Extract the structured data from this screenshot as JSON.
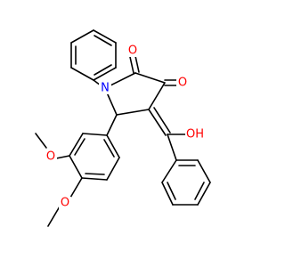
{
  "atoms": {
    "n1": {
      "symbol": "N",
      "color": "#0000ff"
    },
    "o2": {
      "symbol": "O",
      "color": "#ff0000"
    },
    "o3": {
      "symbol": "O",
      "color": "#ff0000"
    },
    "oh": {
      "symbol": "OH",
      "color": "#ff0000"
    },
    "ome2": {
      "symbol": "O",
      "color": "#ff0000"
    },
    "ome4": {
      "symbol": "O",
      "color": "#ff0000"
    }
  }
}
